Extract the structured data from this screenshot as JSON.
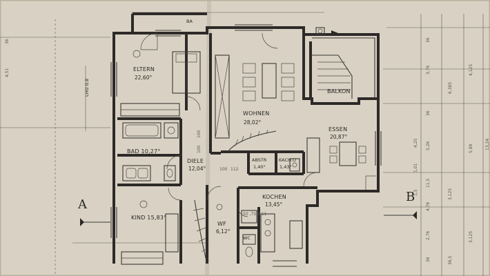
{
  "rooms": {
    "eltern": {
      "name": "ELTERN",
      "area": "22,60°"
    },
    "wohnen": {
      "name": "WOHNEN",
      "area": "28,02°"
    },
    "balkon": {
      "name": "BALKON"
    },
    "essen": {
      "name": "ESSEN",
      "area": "20,87°"
    },
    "bad": {
      "name": "BAD 10,27°"
    },
    "diele": {
      "name": "DIELE",
      "area": "12,04°"
    },
    "abstr": {
      "name": "ABSTR",
      "area": "1,40°"
    },
    "kacho": {
      "name": "KACH.O",
      "area": "1,43°"
    },
    "kochen": {
      "name": "KOCHEN",
      "area": "13,45°"
    },
    "kind": {
      "name": "KIND 15,83°"
    },
    "wf": {
      "name": "WF",
      "area": "6,12°"
    },
    "wc": {
      "name": "WC"
    }
  },
  "labels": {
    "top": "BA",
    "lhiz": "LHiz 0,8",
    "door_diele_1": "100",
    "door_diele_2": "100",
    "door_diele_3": "100",
    "door_diele_4": "112",
    "kitchen_note": "50 ,75  5  11"
  },
  "sections": {
    "a": "A",
    "b": "B"
  },
  "dimensions": {
    "left": [
      "36",
      "4,51"
    ],
    "right": [
      "36",
      "3,76",
      "36",
      "5,26",
      "11,5",
      "4,76",
      "2,76",
      "36",
      "5,99",
      "13,24",
      "3,125",
      "36,5",
      "4,125",
      "6,385"
    ],
    "right_small": [
      "4,25",
      "1,01",
      "3,125",
      "1,5"
    ]
  }
}
